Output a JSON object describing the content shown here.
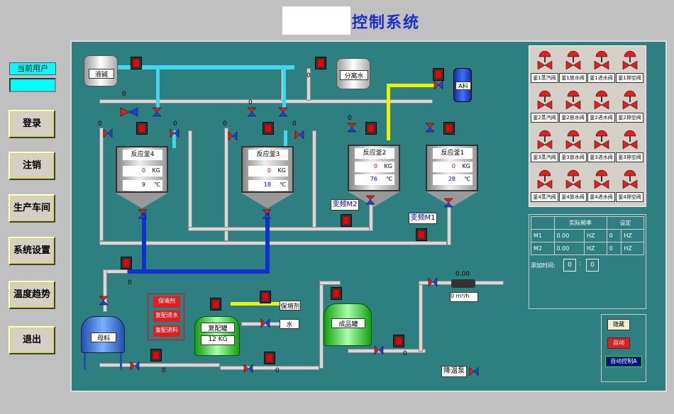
{
  "header": {
    "title": "控制系统"
  },
  "sidebar": {
    "current_user_label": "当前用户",
    "current_user_value": "",
    "buttons": [
      "登录",
      "注销",
      "生产车间",
      "系统设置",
      "温度趋势",
      "退出"
    ]
  },
  "tanks": {
    "liquid_alkali": "液碱",
    "separated_water": "分离水",
    "material_a": "A料",
    "mother_liquor": "母料",
    "mixing_tank": "复配罐",
    "product_tank": "成品罐",
    "preservative": "保墒剂",
    "water": "水"
  },
  "reactors": [
    {
      "name": "反应釜4",
      "weight": "0",
      "weight_unit": "KG",
      "temp": "9",
      "temp_unit": "℃"
    },
    {
      "name": "反应釜3",
      "weight": "0",
      "weight_unit": "KG",
      "temp": "18",
      "temp_unit": "℃"
    },
    {
      "name": "反应釜2",
      "weight": "0",
      "weight_unit": "KG",
      "temp": "76",
      "temp_unit": "℃"
    },
    {
      "name": "反应釜1",
      "weight": "0",
      "weight_unit": "KG",
      "temp": "28",
      "temp_unit": "℃"
    }
  ],
  "mixing": {
    "weight": "12",
    "unit": "KG"
  },
  "vfd": {
    "m2": "变频M2",
    "m1": "变频M1"
  },
  "flow": {
    "value": "0.00",
    "reading": "0",
    "unit": "m³/h"
  },
  "cooling_pump": "降温泵",
  "red_buttons": [
    "保墒剂",
    "复配进水",
    "复配进料"
  ],
  "small_zeros": [
    "0",
    "0",
    "0",
    "0",
    "0",
    "0",
    "0",
    "0",
    "0",
    "0",
    "0",
    "0"
  ],
  "valve_table": [
    [
      "釜1蒸汽阀",
      "釜1放水阀",
      "釜1进水阀",
      "釜1排空阀"
    ],
    [
      "釜2蒸汽阀",
      "釜2放水阀",
      "釜2进水阀",
      "釜2排空阀"
    ],
    [
      "釜3蒸汽阀",
      "釜3放水阀",
      "釜3进水阀",
      "釜3排空阀"
    ],
    [
      "釜4蒸汽阀",
      "釜4放水阀",
      "釜4进水阀",
      "釜4排空阀"
    ]
  ],
  "freq_table": {
    "headers": [
      "实际频率",
      "设定"
    ],
    "rows": [
      {
        "name": "M1",
        "actual": "0.00",
        "unit1": "HZ",
        "set": "0",
        "unit2": "HZ"
      },
      {
        "name": "M2",
        "actual": "0.00",
        "unit1": "HZ",
        "set": "0",
        "unit2": "HZ"
      }
    ],
    "add_time_label": "添加时间:",
    "add_time_h": "0",
    "add_time_sep": ":",
    "add_time_m": "0"
  },
  "control_buttons": {
    "hide": "隐藏",
    "auto": "自动",
    "auto_ctrl": "自动控制A"
  },
  "colors": {
    "panel": "#2e7f7f",
    "valve_red": "#e02020",
    "valve_blue": "#2040e0",
    "pipe_cyan": "#3fd6f0",
    "pipe_blue": "#1030d0",
    "pipe_yellow": "#f0f000"
  }
}
